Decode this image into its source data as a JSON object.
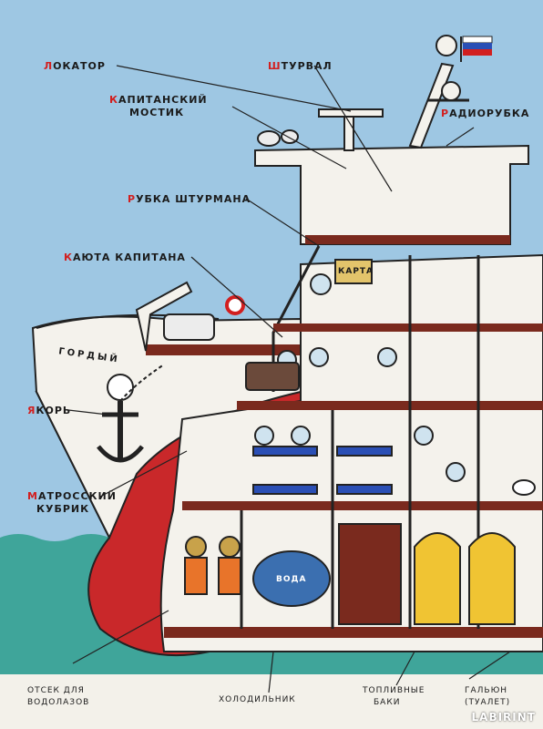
{
  "labels": {
    "locator": "Локатор",
    "wheel": "Штурвал",
    "bridge_line1": "Капитанский",
    "bridge_line2": "мостик",
    "radio_room": "Радиорубка",
    "navigator_room": "Рубка штурмана",
    "captain_cabin": "Каюта капитана",
    "anchor": "Якорь",
    "crew_quarters_line1": "Матросский",
    "crew_quarters_line2": "кубрик",
    "divers_line1": "Отсек для",
    "divers_line2": "водолазов",
    "fridge": "Холодильник",
    "fuel_line1": "Топливные",
    "fuel_line2": "баки",
    "toilet_line1": "Гальюн",
    "toilet_line2": "(туалет)"
  },
  "ship": {
    "name": "ГОРДЫЙ"
  },
  "signs": {
    "map": "КАРТА",
    "water_tank": "ВОДА"
  },
  "watermark": "LABIRINT",
  "colors": {
    "sky": "#9ec7e3",
    "sea": "#3fa59a",
    "hull_red": "#c9282a",
    "hull_white": "#f4f2ec",
    "floor": "#7a2a1e",
    "fuel_tank": "#f0c433",
    "water_tank": "#3b6fb0",
    "label_accent": "#d21f1f"
  }
}
